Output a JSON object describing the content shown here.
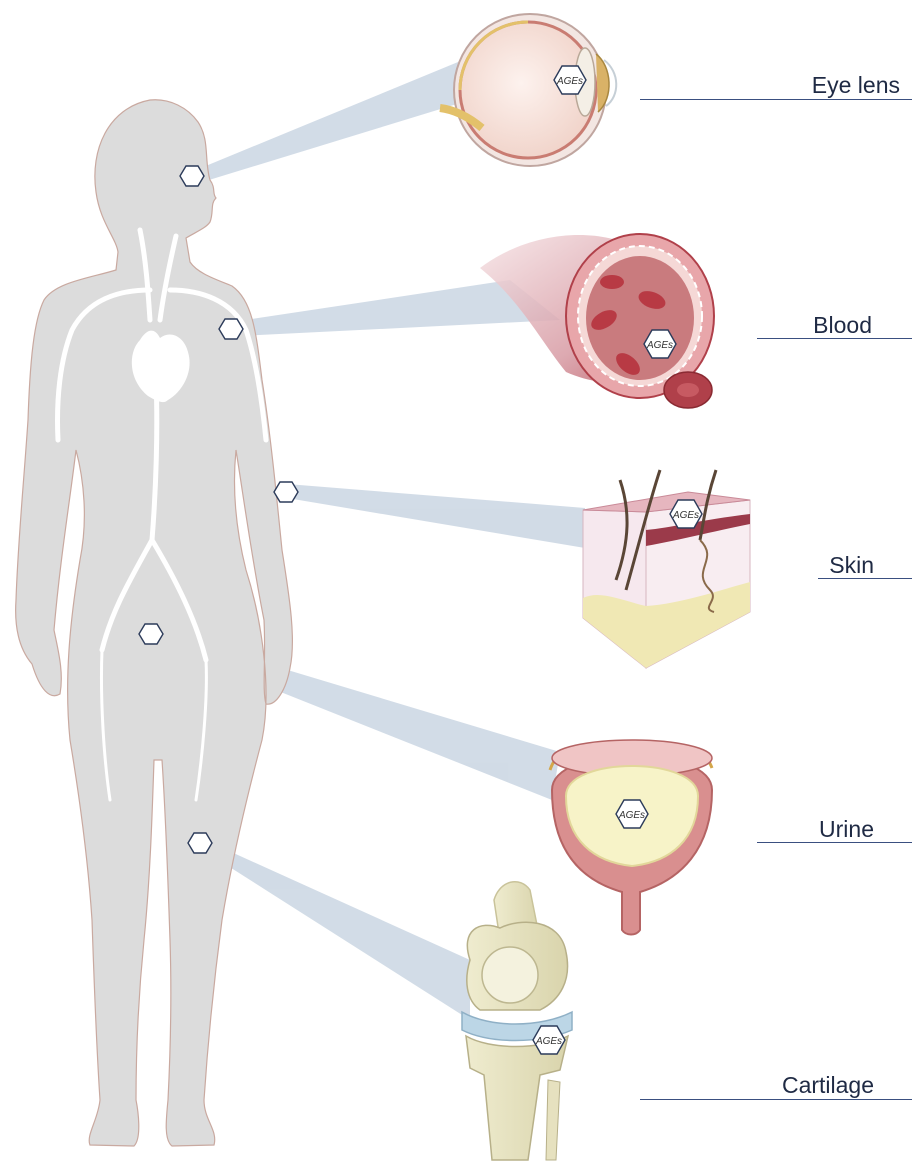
{
  "marker_label": "AGEs",
  "tissues": [
    {
      "key": "eye",
      "label": "Eye lens",
      "icon": "eye-icon"
    },
    {
      "key": "blood",
      "label": "Blood",
      "icon": "blood-vessel-icon"
    },
    {
      "key": "skin",
      "label": "Skin",
      "icon": "skin-section-icon"
    },
    {
      "key": "urine",
      "label": "Urine",
      "icon": "bladder-icon"
    },
    {
      "key": "cartilage",
      "label": "Cartilage",
      "icon": "knee-joint-icon"
    }
  ],
  "colors": {
    "body": "#dcdcdc",
    "body_outline": "#c9a9a0",
    "beam": "#cdd8e4",
    "label_text": "#1f2a44",
    "rule": "#3a4f80",
    "vessel": "#b0404a",
    "skin_fat": "#f0e8b4",
    "bladder_urine": "#f7f3c8"
  }
}
